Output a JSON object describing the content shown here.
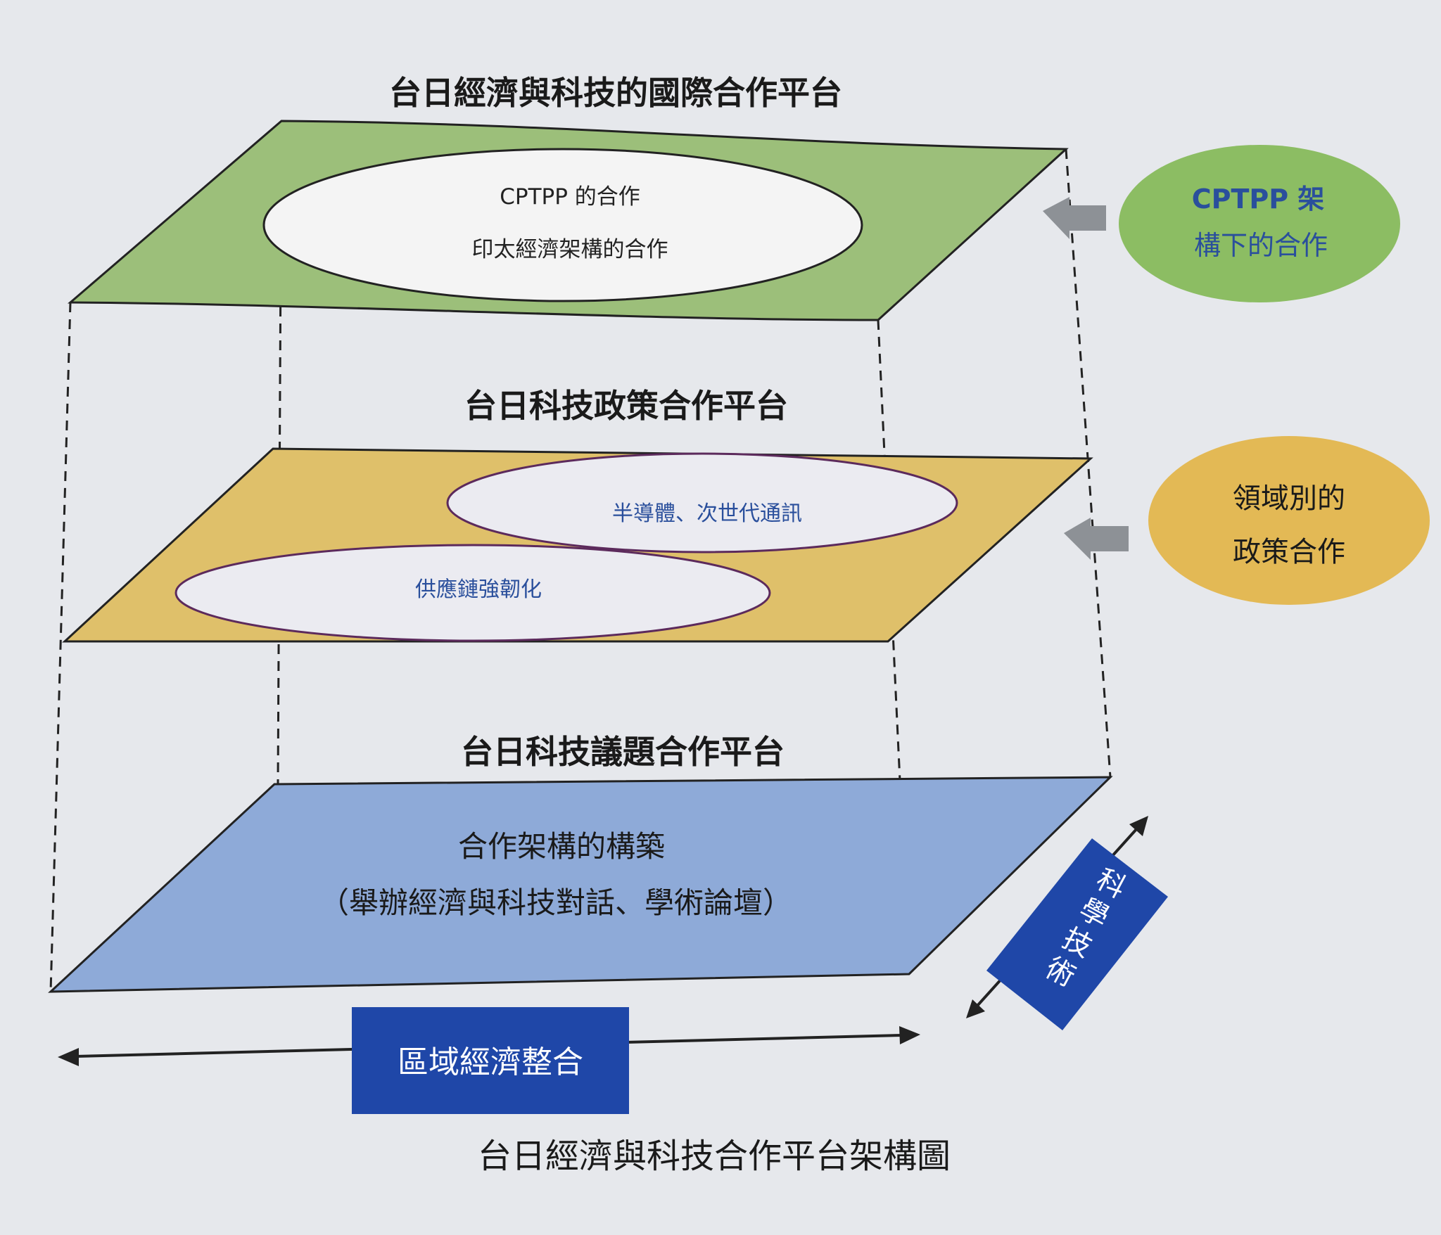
{
  "platforms": {
    "international": {
      "title": "台日經濟與科技的國際合作平台",
      "oval_line1": "CPTPP 的合作",
      "oval_line2": "印太經濟架構的合作"
    },
    "policy": {
      "title": "台日科技政策合作平台",
      "oval_a": "半導體、次世代通訊",
      "oval_b": "供應鏈強韌化"
    },
    "issue": {
      "title": "台日科技議題合作平台",
      "body_line1": "合作架構的構築",
      "body_line2": "（舉辦經濟與科技對話、學術論壇）"
    }
  },
  "side_bubbles": {
    "cptpp_line1": "CPTPP 架",
    "cptpp_line2": "構下的合作",
    "policy_line1": "領域別的",
    "policy_line2": "政策合作"
  },
  "axes": {
    "horizontal_label": "區域經濟整合",
    "diagonal_chars": [
      "科",
      "學",
      "技",
      "術"
    ]
  },
  "caption": "台日經濟與科技合作平台架構圖",
  "colors": {
    "green_plane": "#9cbf7a",
    "gold_plane": "#dfc06a",
    "blue_plane": "#8eaad8",
    "navy_box": "#1f47a8",
    "green_bubble": "#8cbd63",
    "gold_bubble": "#e3b955",
    "bubble_text": "#2a4f9c",
    "arrow_gray": "#8d9196"
  }
}
